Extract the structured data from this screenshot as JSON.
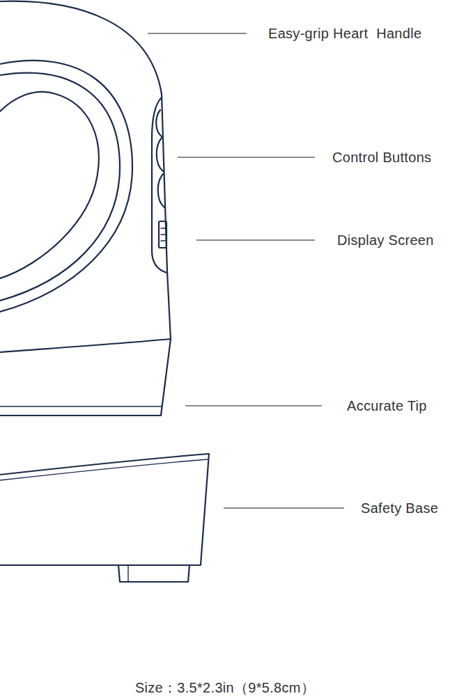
{
  "diagram": {
    "caption": "Size：3.5*2.3in（9*5.8cm）",
    "labels": [
      "Easy-grip Heart  Handle",
      "Control Buttons",
      "Display Screen",
      "Accurate Tip",
      "Safety Base"
    ]
  }
}
